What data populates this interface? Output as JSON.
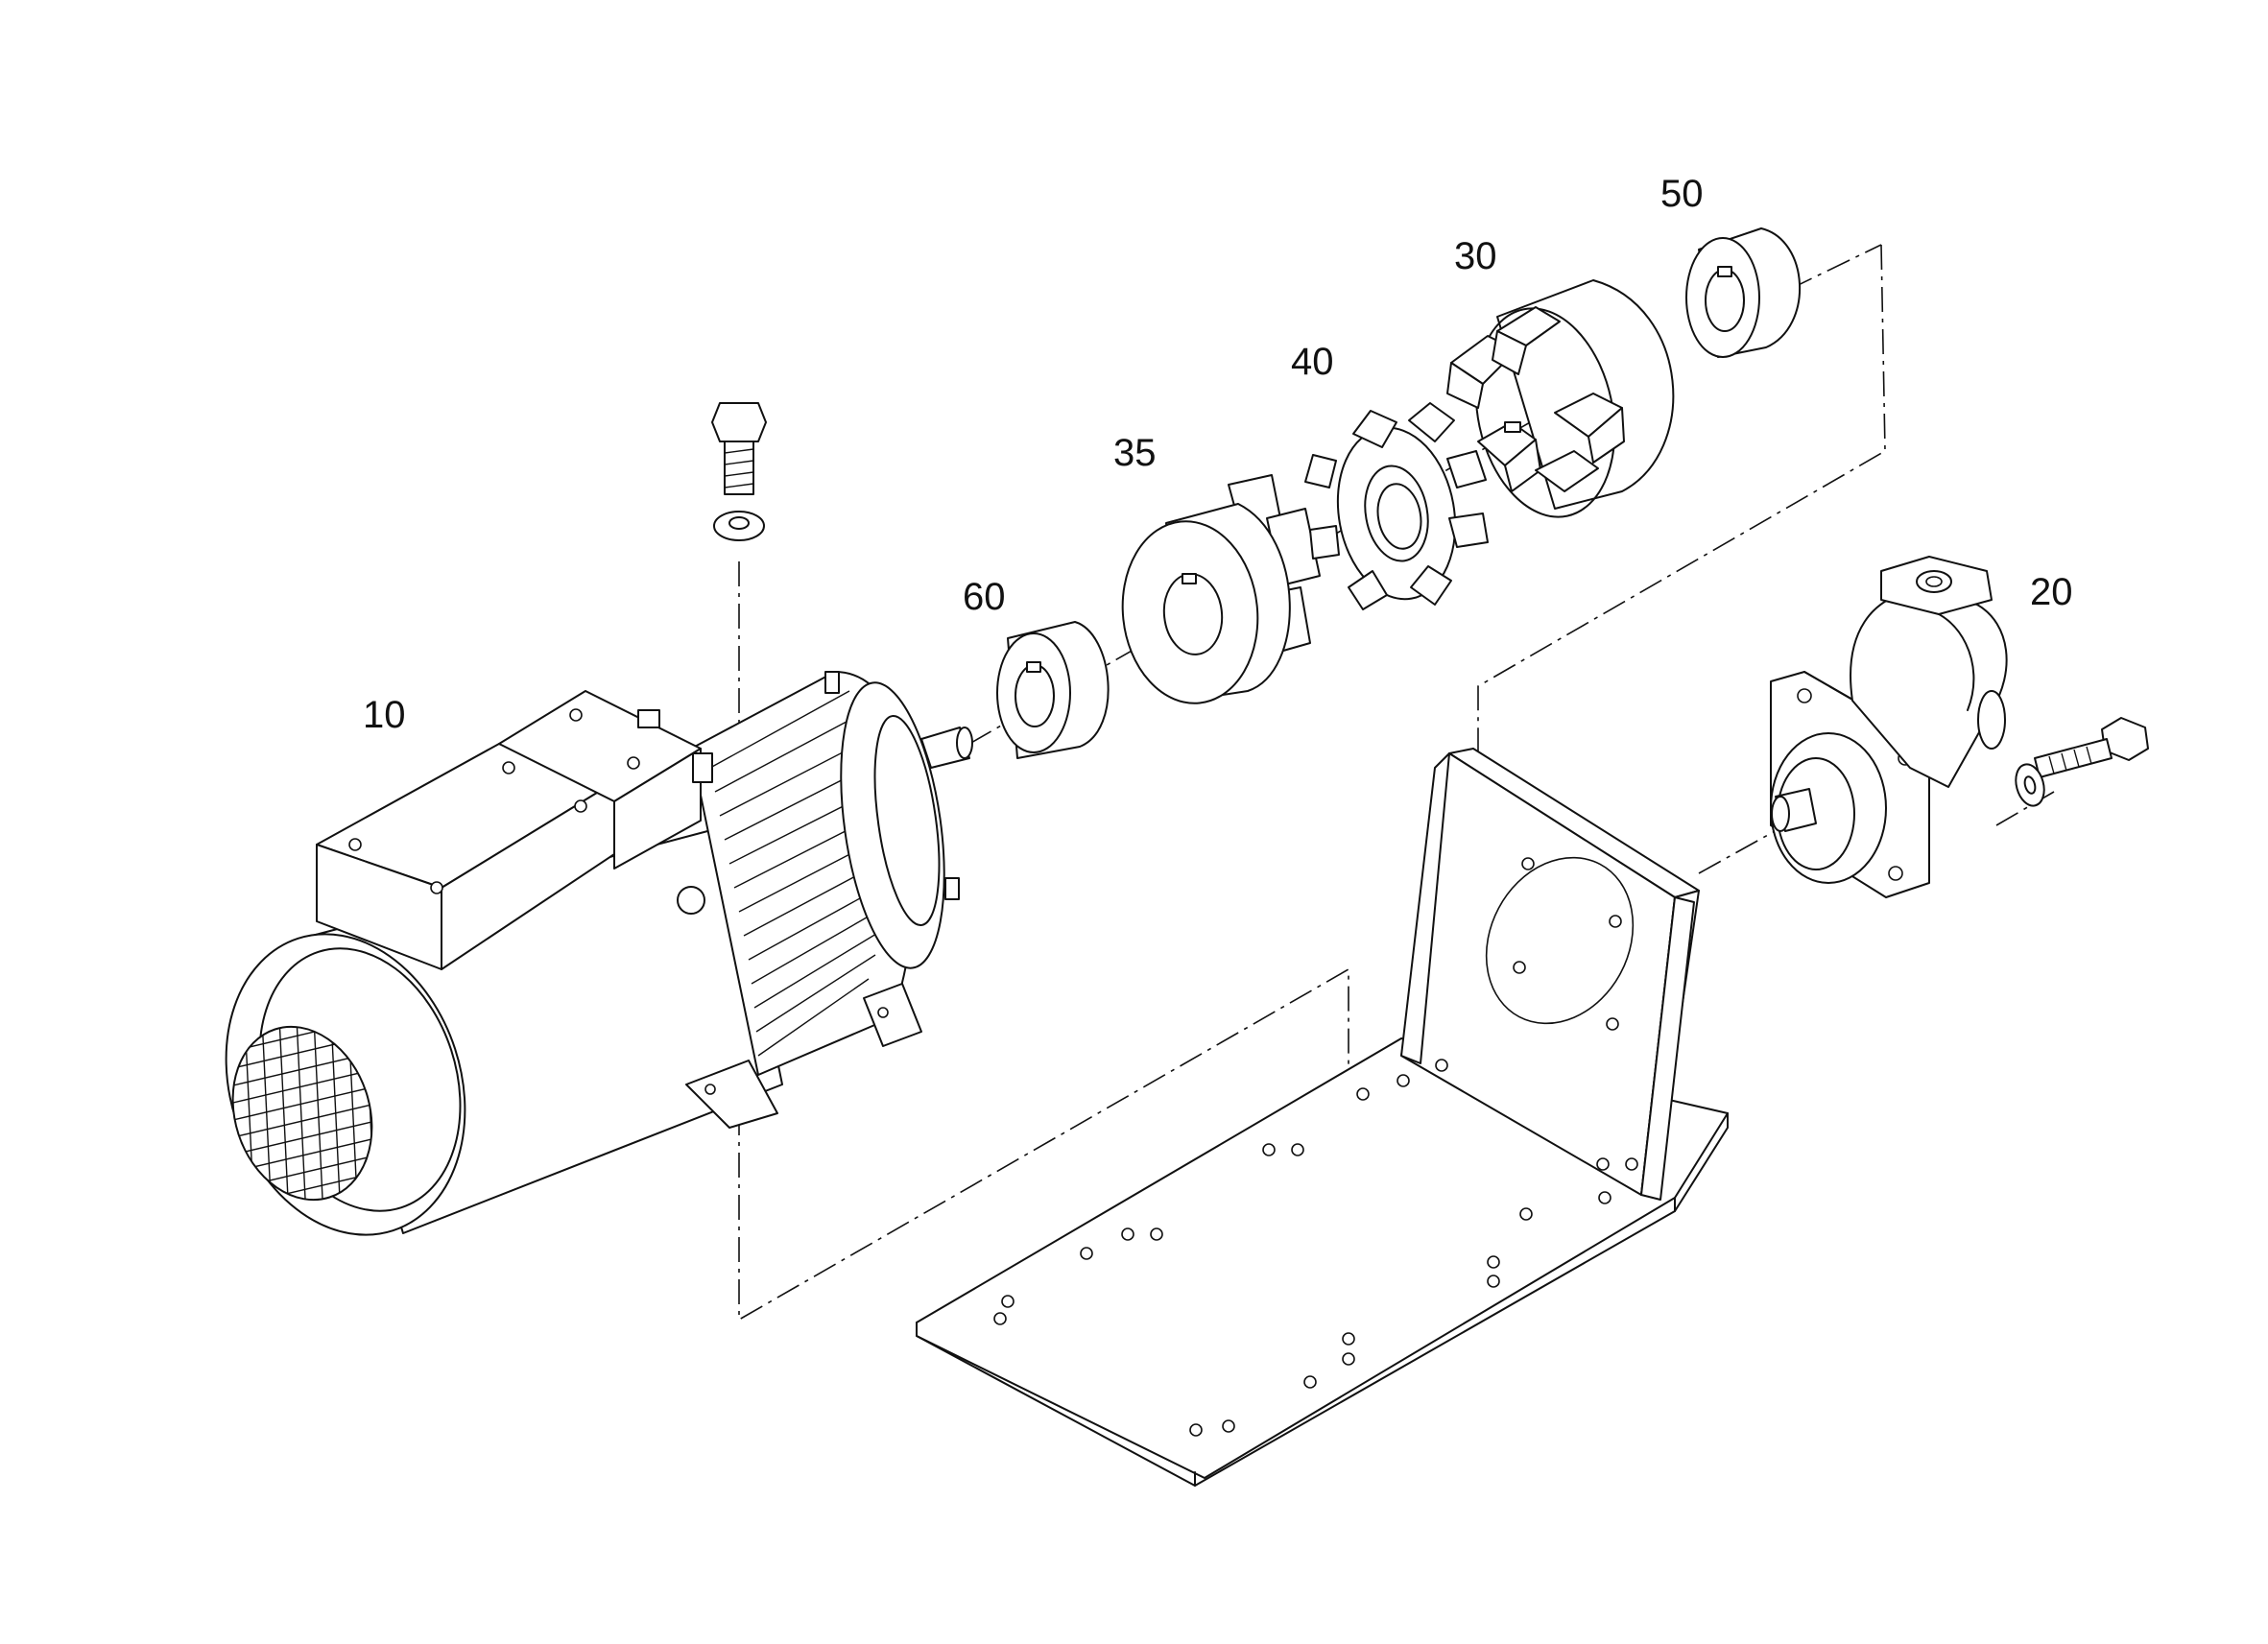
{
  "callouts": {
    "electric_motor": "10",
    "hydraulic_pump": "20",
    "coupling_hub_pump": "30",
    "coupling_hub_motor": "35",
    "spider_element": "40",
    "taper_bush_pump": "50",
    "taper_bush_motor": "60"
  },
  "colors": {
    "line": "#111111",
    "background": "#ffffff"
  },
  "icons": {
    "bolt": "hex-bolt-icon",
    "washer": "washer-icon"
  }
}
